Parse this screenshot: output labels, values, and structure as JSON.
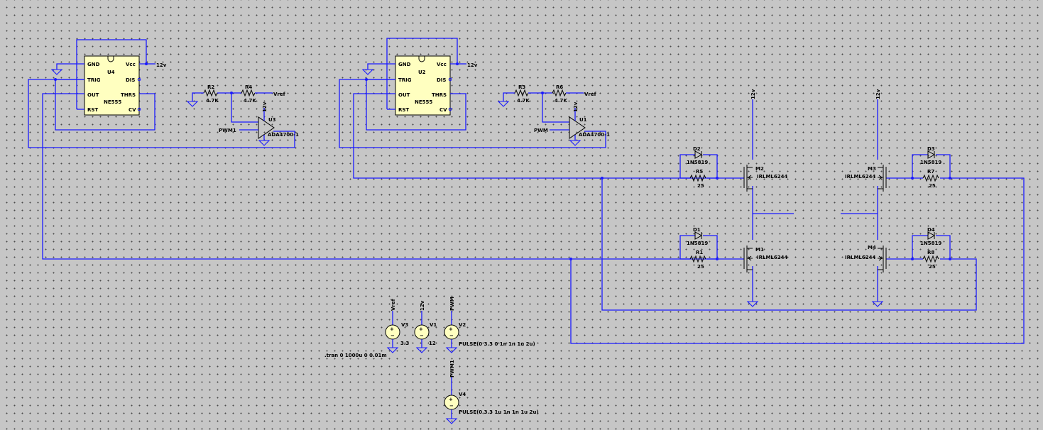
{
  "timer_u4": {
    "ref": "U4",
    "model": "NE555",
    "pins": [
      "GND",
      "TRIG",
      "OUT",
      "RST",
      "Vcc",
      "DIS",
      "THRS",
      "CV"
    ],
    "net": "12v"
  },
  "timer_u2": {
    "ref": "U2",
    "model": "NE555",
    "pins": [
      "GND",
      "TRIG",
      "OUT",
      "RST",
      "Vcc",
      "DIS",
      "THRS",
      "CV"
    ],
    "net": "12v"
  },
  "divider_left": {
    "r_a": "R2",
    "r_a_val": "4.7K",
    "r_b": "R4",
    "r_b_val": "4.7K",
    "vref": "Vref"
  },
  "divider_right": {
    "r_a": "R3",
    "r_a_val": "4.7K",
    "r_b": "R6",
    "r_b_val": "4.7K",
    "vref": "Vref"
  },
  "comp_left": {
    "ref": "U3",
    "model": "ADA4700-1",
    "input": "PWM1",
    "supply": "12v"
  },
  "comp_right": {
    "ref": "U1",
    "model": "ADA4700-1",
    "input": "PWM",
    "supply": "12v"
  },
  "bridge": {
    "supply": "12v",
    "d2": {
      "ref": "D2",
      "model": "1N5819"
    },
    "r5": {
      "ref": "R5",
      "val": "25"
    },
    "m2": {
      "ref": "M2",
      "model": "IRLML6244"
    },
    "d1": {
      "ref": "D1",
      "model": "1N5819"
    },
    "r1": {
      "ref": "R1",
      "val": "25"
    },
    "m1": {
      "ref": "M1",
      "model": "IRLML6244"
    },
    "d3": {
      "ref": "D3",
      "model": "1N5819"
    },
    "r7": {
      "ref": "R7",
      "val": "25"
    },
    "m3": {
      "ref": "M3",
      "model": "IRLML6244"
    },
    "d4": {
      "ref": "D4",
      "model": "1N5819"
    },
    "r8": {
      "ref": "R8",
      "val": "25"
    },
    "m4": {
      "ref": "M4",
      "model": "IRLML6244"
    }
  },
  "sources": {
    "v3": {
      "ref": "V3",
      "net": "Vref",
      "value": "3.3"
    },
    "v1": {
      "ref": "V1",
      "net": "12v",
      "value": "12"
    },
    "v2": {
      "ref": "V2",
      "net": "PWM",
      "value": "PULSE(0 3.3 0 1n 1n 1u 2u)"
    },
    "v4": {
      "ref": "V4",
      "net": "PWM1",
      "value": "PULSE(0 3.3 1u 1n 1n 1u 2u)"
    }
  },
  "directive": ".tran 0 1000u 0 0.01m",
  "colors": {
    "wire": "#1a1aff",
    "component": "#000000",
    "body_fill": "#ffffc0",
    "background": "#c6c6c6"
  }
}
